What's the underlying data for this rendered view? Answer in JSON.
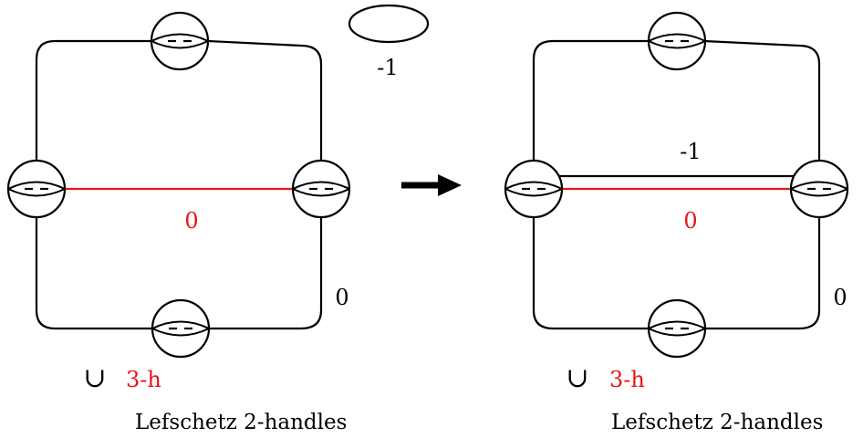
{
  "colors": {
    "ink": "#000000",
    "red": "#e8141b"
  },
  "left_diagram": {
    "unknot_label": "-1",
    "red_handle_label": "0",
    "framing_label": "0",
    "union_symbol": "∪",
    "three_handle_label": "3-h",
    "caption": "Lefschetz 2-handles"
  },
  "arrow": {
    "icon": "right-arrow-icon"
  },
  "right_diagram": {
    "black_handle_label": "-1",
    "red_handle_label": "0",
    "framing_label": "0",
    "union_symbol": "∪",
    "three_handle_label": "3-h",
    "caption": "Lefschetz 2-handles"
  }
}
